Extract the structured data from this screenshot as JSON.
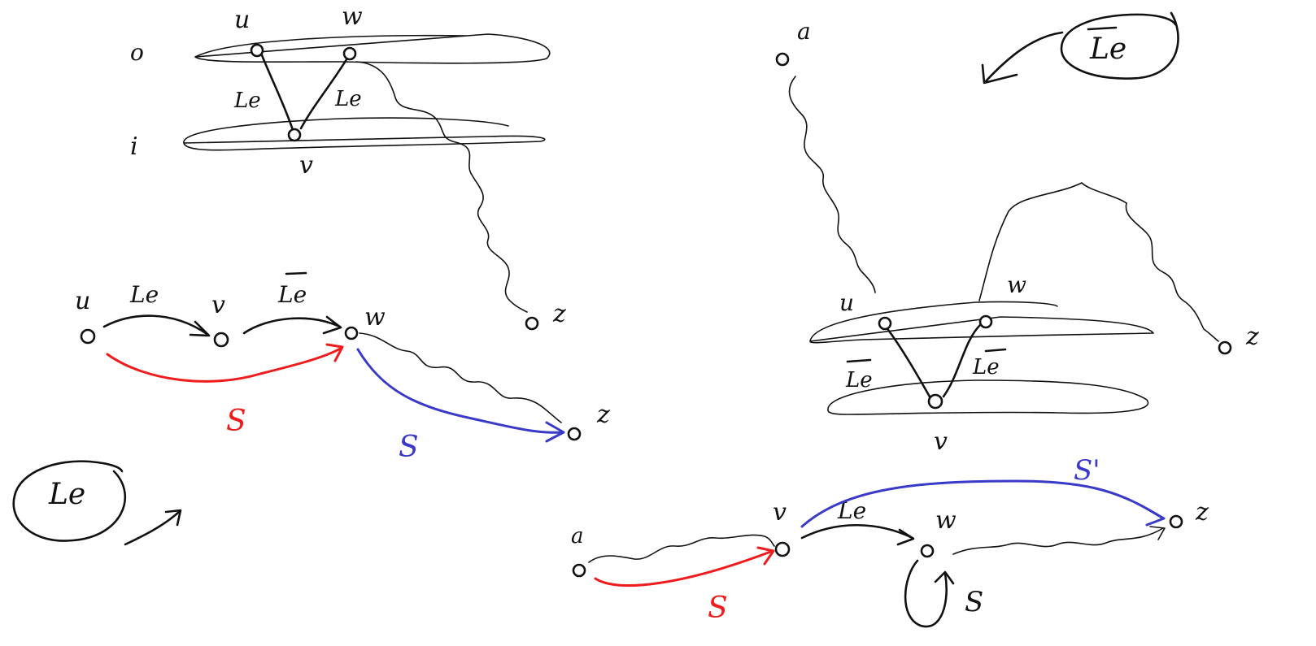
{
  "colors": {
    "ink": "#111111",
    "red": "#ee1c1c",
    "blue": "#3a3ac8"
  },
  "top_left": {
    "level_o": "o",
    "level_i": "i",
    "u": "u",
    "w": "w",
    "v": "v",
    "z": "z",
    "edge_uv": "Le",
    "edge_wv": "Le"
  },
  "mid_left": {
    "u": "u",
    "v": "v",
    "w": "w",
    "z": "z",
    "edge_uv": "Le",
    "edge_vw": "Le",
    "red_label": "S",
    "blue_label": "S"
  },
  "circle_left": {
    "text": "Le"
  },
  "top_right": {
    "a": "a",
    "u": "u",
    "w": "w",
    "v": "v",
    "z": "z",
    "edge_uv": "Le",
    "edge_wv": "Le"
  },
  "circle_right": {
    "text": "Le"
  },
  "bottom_right": {
    "a": "a",
    "v": "v",
    "w": "w",
    "z": "z",
    "edge_vw": "Le",
    "red_label": "S",
    "blue_label": "S'",
    "loop_label": "S"
  }
}
